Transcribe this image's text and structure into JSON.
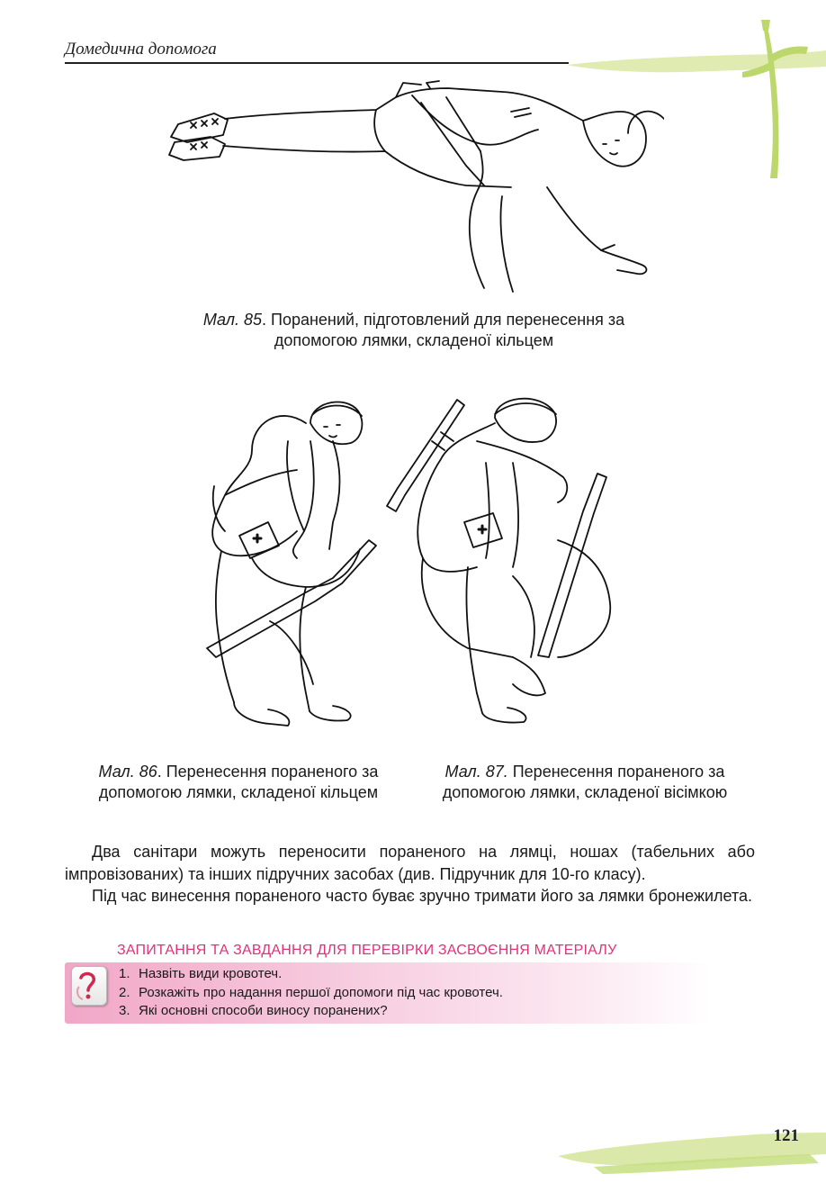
{
  "header": {
    "title": "Домедична допомога"
  },
  "figures": {
    "fig85": {
      "label": "Мал. 85",
      "caption": ". Поранений, підготовлений для перенесення за допомогою лямки, складеної кільцем"
    },
    "fig86": {
      "label": "Мал. 86",
      "caption": ". Перенесення пораненого за допомогою лямки, складеної кільцем"
    },
    "fig87": {
      "label": "Мал. 87.",
      "caption": " Перенесення пораненого за допомогою лямки, складеної вісімкою"
    }
  },
  "body": {
    "paragraphs": [
      "Два санітари можуть переносити пораненого на лямці, ношах (табельних або імпровізованих) та інших підручних засобах (див. Підручник для 10-го класу).",
      "Під час винесення пораненого часто буває зручно тримати його за лямки бронежилета."
    ]
  },
  "quiz": {
    "heading": "ЗАПИТАННЯ ТА ЗАВДАННЯ ДЛЯ ПЕРЕВІРКИ ЗАСВОЄННЯ МАТЕРІАЛУ",
    "items": [
      {
        "num": "1.",
        "text": "Назвіть види кровотеч."
      },
      {
        "num": "2.",
        "text": "Розкажіть про надання першої допомоги під час кровотеч."
      },
      {
        "num": "3.",
        "text": "Які основні способи виносу поранених?"
      }
    ]
  },
  "footer": {
    "page_number": "121"
  },
  "colors": {
    "accent_pink": "#e0327a",
    "accent_green": "#cde38a"
  }
}
